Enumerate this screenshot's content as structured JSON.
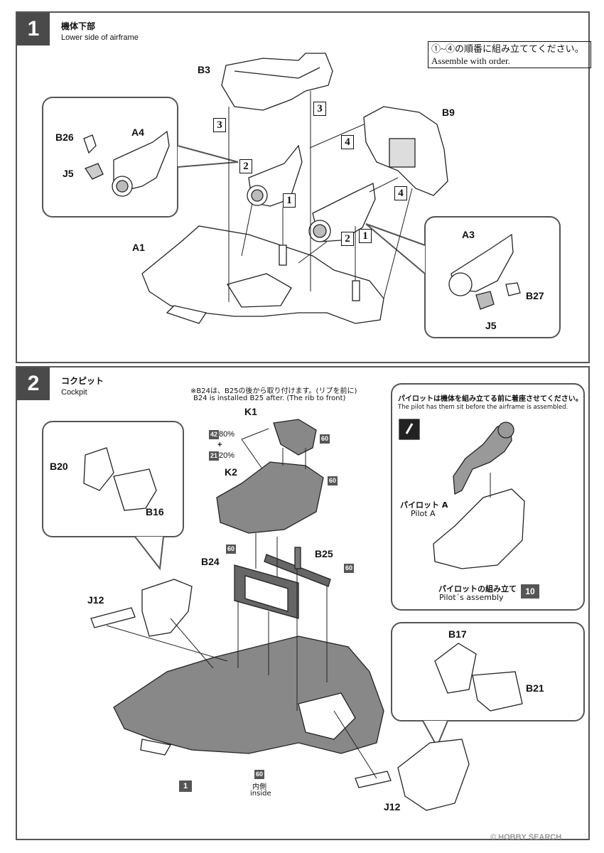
{
  "step1": {
    "number": "1",
    "title_jp": "機体下部",
    "title_en": "Lower side of airframe",
    "note_jp": "①~④の順番に組み立ててください。",
    "note_en": "Assemble with order.",
    "parts": {
      "b3": "B3",
      "b9": "B9",
      "b26": "B26",
      "a4": "A4",
      "j5a": "J5",
      "a1": "A1",
      "a3": "A3",
      "b27": "B27",
      "j5b": "J5"
    },
    "order_marks": {
      "m3a": "3",
      "m3b": "3",
      "m2a": "2",
      "m4a": "4",
      "m1a": "1",
      "m4b": "4",
      "m2b": "2",
      "m1b": "1"
    }
  },
  "step2": {
    "number": "2",
    "title_jp": "コクピット",
    "title_en": "Cockpit",
    "note_jp": "※B24は、B25の後から取り付けます。(リブを前に)",
    "note_en": "B24 is installed B25 after. (The rib to front)",
    "parts": {
      "k1": "K1",
      "k2": "K2",
      "b20": "B20",
      "b16": "B16",
      "b24": "B24",
      "b25": "B25",
      "j12a": "J12",
      "j12b": "J12",
      "b17": "B17",
      "b21": "B21"
    },
    "mix": {
      "c1": "42",
      "p1": "80%",
      "plus": "+",
      "c2": "21",
      "p2": "20%"
    },
    "paint_codes": {
      "k1": "60",
      "k2": "60",
      "b24": "60",
      "b25": "60",
      "inside": "60"
    },
    "inside_jp": "内側",
    "inside_en": "inside",
    "ref_step": "1",
    "pilot": {
      "note_jp": "パイロットは機体を組み立てる前に着座させてください。",
      "note_en": "The pilot has them sit before the airframe is assembled.",
      "name_jp": "パイロット A",
      "name_en": "Pilot A",
      "assembly_jp": "パイロットの組み立て",
      "assembly_en": "Pilot´s assembly",
      "assembly_step": "10"
    }
  },
  "watermark": "© HOBBY SEARCH"
}
